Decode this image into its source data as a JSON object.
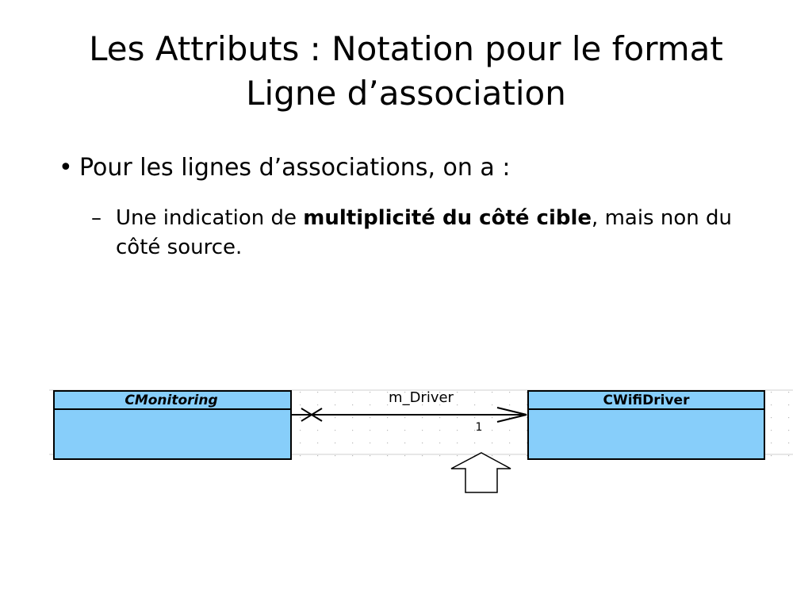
{
  "slide": {
    "title_line1": "Les Attributs : Notation pour le format",
    "title_line2": "Ligne d’association",
    "bullet_marker": "•",
    "bullet_text": "Pour les lignes d’associations, on a :",
    "sub_marker": "–",
    "sub_text_before": "Une indication de ",
    "sub_text_bold": "multiplicité du côté cible",
    "sub_text_after": ", mais non du côté source."
  },
  "diagram": {
    "source_class": "CMonitoring",
    "target_class": "CWifiDriver",
    "association_role": "m_Driver",
    "target_multiplicity": "1",
    "class_fill": "#87CEFA",
    "line_color": "#000000"
  }
}
